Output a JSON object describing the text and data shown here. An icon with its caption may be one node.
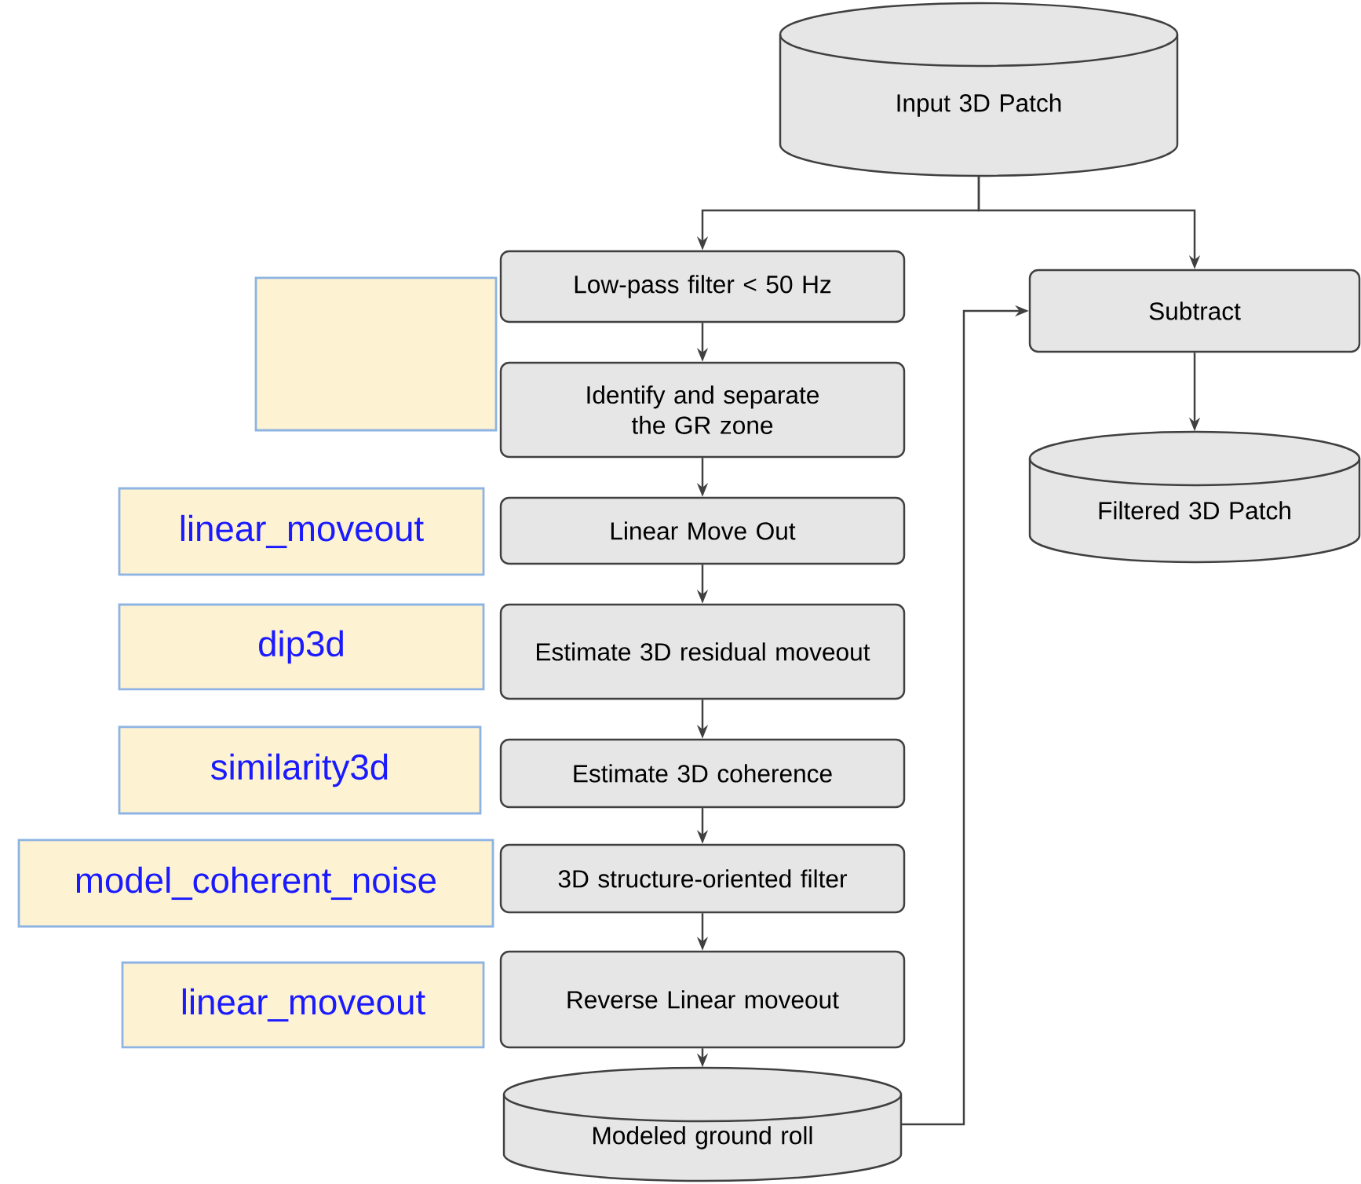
{
  "diagram": {
    "nodes": [
      {
        "text": [
          "Input 3D Patch"
        ]
      },
      {
        "text": [
          "Low-pass filter < 50 Hz"
        ]
      },
      {
        "text": [
          "Identify and separate the GR zone"
        ]
      },
      {
        "text": [
          "Linear Move Out"
        ]
      },
      {
        "text": [
          "Estimate 3D residual moveout"
        ]
      },
      {
        "text": [
          "Estimate 3D coherence"
        ]
      },
      {
        "text": [
          "3D structure-oriented filter"
        ]
      },
      {
        "text": [
          "Reverse Linear moveout"
        ]
      },
      {
        "text": [
          "Modeled ground roll"
        ]
      },
      {
        "text": [
          "Subtract"
        ]
      },
      {
        "text": [
          "Filtered  3D Patch"
        ]
      },
      {
        "text": [],
        "shape": "box"
      },
      {
        "text": [
          "linear_moveout"
        ]
      },
      {
        "text": [
          "dip3d"
        ]
      },
      {
        "text": [
          "similarity3d"
        ]
      },
      {
        "text": [
          "model_coherent_noise"
        ]
      },
      {
        "text": [
          "linear_moveout"
        ]
      }
    ],
    "edges": [
      {
        "from": 0,
        "to": 1,
        "arrow": "to"
      },
      {
        "from": 0,
        "to": 9,
        "arrow": "to"
      },
      {
        "from": 1,
        "to": 2,
        "arrow": "to"
      },
      {
        "from": 2,
        "to": 3,
        "arrow": "to"
      },
      {
        "from": 3,
        "to": 4,
        "arrow": "to"
      },
      {
        "from": 4,
        "to": 5,
        "arrow": "to"
      },
      {
        "from": 5,
        "to": 6,
        "arrow": "to"
      },
      {
        "from": 6,
        "to": 7,
        "arrow": "to"
      },
      {
        "from": 7,
        "to": 8,
        "arrow": "to"
      },
      {
        "from": 8,
        "to": 9,
        "arrow": "to"
      },
      {
        "from": 9,
        "to": 10,
        "arrow": "to"
      }
    ]
  }
}
